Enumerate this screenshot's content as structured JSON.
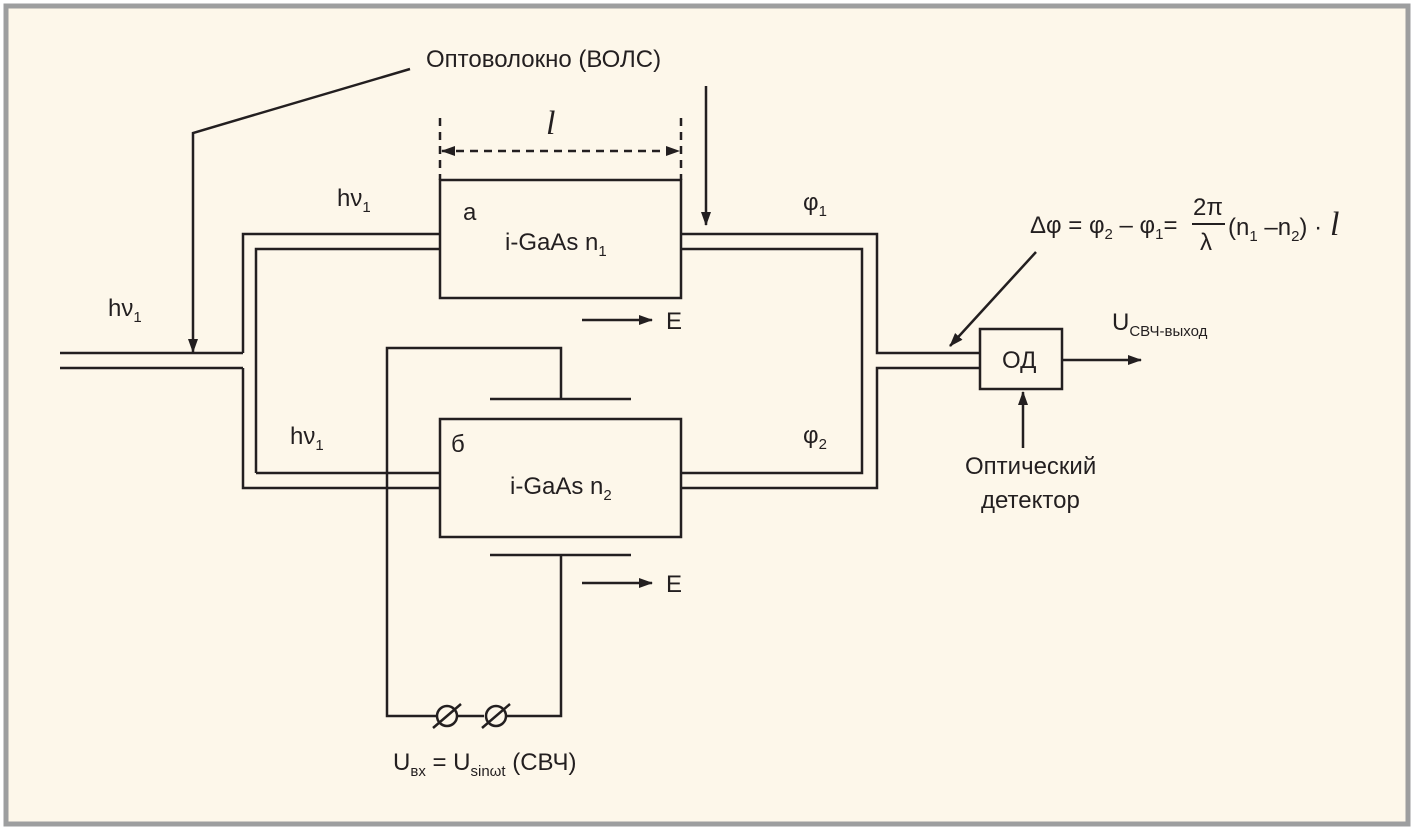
{
  "colors": {
    "background": "#fdf7ea",
    "frame": "#9d9e9f",
    "ink": "#231f20"
  },
  "labels": {
    "fiber": "Оптоволокно (ВОЛС)",
    "length_symbol": "l",
    "hv": "hν",
    "hv_sub": "1",
    "block_a_letter": "а",
    "block_a_text": "i-GaAs n",
    "block_a_sub": "1",
    "block_b_letter": "б",
    "block_b_text": "i-GaAs n",
    "block_b_sub": "2",
    "field": "E",
    "phi1": "φ",
    "phi1_sub": "1",
    "phi2": "φ",
    "phi2_sub": "2",
    "formula": {
      "lhs": "Δφ = φ",
      "sub2": "2",
      "mid": " – φ",
      "sub1": "1",
      "eq": "=",
      "numerator": "2π",
      "denominator": "λ",
      "paren_open": "(n",
      "n1_sub": "1",
      "minus": " –n",
      "n2_sub": "2",
      "paren_close": ") ·",
      "l": "l"
    },
    "output_U": "U",
    "output_sub": "СВЧ-выход",
    "detector_box": "ОД",
    "detector_line1": "Оптический",
    "detector_line2": "детектор",
    "input_U": "U",
    "input_U_sub": "вх",
    "input_eq": " = U",
    "input_sin_sub": "sinωt",
    "input_tail": " (СВЧ)"
  },
  "icons": {
    "terminal": "terminal-circle-slash-icon",
    "arrow": "arrow-head-icon"
  }
}
